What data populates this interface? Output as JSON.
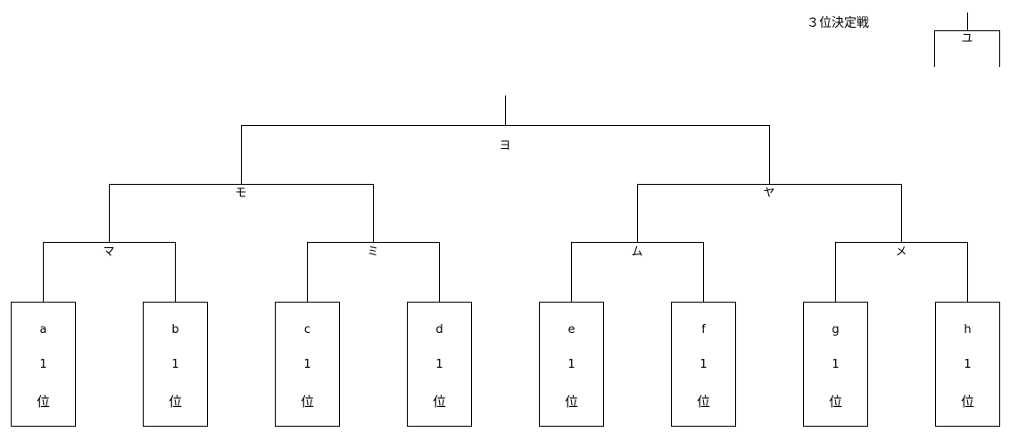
{
  "final": {
    "label": "ヨ"
  },
  "semifinals": [
    {
      "label": "モ"
    },
    {
      "label": "ヤ"
    }
  ],
  "quarterfinals": [
    {
      "label": "マ"
    },
    {
      "label": "ミ"
    },
    {
      "label": "ム"
    },
    {
      "label": "メ"
    }
  ],
  "teams": [
    {
      "name": "a",
      "rank_num": "1",
      "rank_suffix": "位"
    },
    {
      "name": "b",
      "rank_num": "1",
      "rank_suffix": "位"
    },
    {
      "name": "c",
      "rank_num": "1",
      "rank_suffix": "位"
    },
    {
      "name": "d",
      "rank_num": "1",
      "rank_suffix": "位"
    },
    {
      "name": "e",
      "rank_num": "1",
      "rank_suffix": "位"
    },
    {
      "name": "f",
      "rank_num": "1",
      "rank_suffix": "位"
    },
    {
      "name": "g",
      "rank_num": "1",
      "rank_suffix": "位"
    },
    {
      "name": "h",
      "rank_num": "1",
      "rank_suffix": "位"
    }
  ],
  "third_place": {
    "title": "３位決定戦",
    "label": "ユ"
  }
}
